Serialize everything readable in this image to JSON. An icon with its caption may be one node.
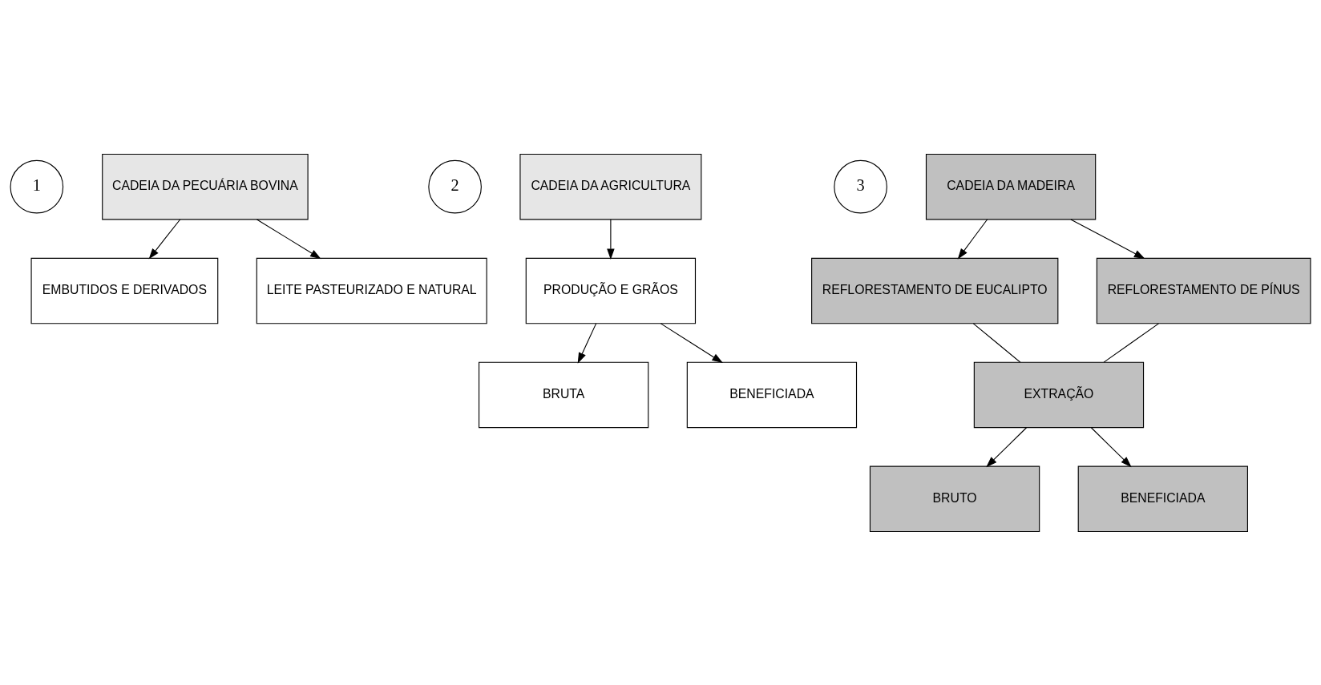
{
  "diagram": {
    "nodes": [
      {
        "text": [
          "1"
        ]
      },
      {
        "text": [
          "CADEIA DA PECUÁRIA BOVINA"
        ]
      },
      {
        "text": [
          "EMBUTIDOS E DERIVADOS"
        ]
      },
      {
        "text": [
          "LEITE PASTEURIZADO E NATURAL"
        ]
      },
      {
        "text": [
          "2"
        ]
      },
      {
        "text": [
          "CADEIA DA AGRICULTURA"
        ]
      },
      {
        "text": [
          "PRODUÇÃO E GRÃOS"
        ]
      },
      {
        "text": [
          "BRUTA"
        ]
      },
      {
        "text": [
          "BENEFICIADA"
        ]
      },
      {
        "text": [
          "3"
        ]
      },
      {
        "text": [
          "CADEIA DA MADEIRA"
        ]
      },
      {
        "text": [
          "REFLORESTAMENTO DE EUCALIPTO"
        ]
      },
      {
        "text": [
          "REFLORESTAMENTO DE PÍNUS"
        ]
      },
      {
        "text": [
          "EXTRAÇÃO"
        ]
      },
      {
        "text": [
          "BRUTO"
        ]
      },
      {
        "text": [
          "BENEFICIADA"
        ]
      }
    ],
    "edges": [
      {
        "from": 1,
        "to": 2,
        "arrow": "to"
      },
      {
        "from": 1,
        "to": 3,
        "arrow": "to"
      },
      {
        "from": 5,
        "to": 6,
        "arrow": "to"
      },
      {
        "from": 6,
        "to": 7,
        "arrow": "to"
      },
      {
        "from": 6,
        "to": 8,
        "arrow": "to"
      },
      {
        "from": 10,
        "to": 11,
        "arrow": "to"
      },
      {
        "from": 10,
        "to": 12,
        "arrow": "to"
      },
      {
        "from": 11,
        "to": 13,
        "arrow": "none"
      },
      {
        "from": 12,
        "to": 13,
        "arrow": "none"
      },
      {
        "from": 13,
        "to": 14,
        "arrow": "to"
      },
      {
        "from": 13,
        "to": 15,
        "arrow": "to"
      }
    ]
  }
}
